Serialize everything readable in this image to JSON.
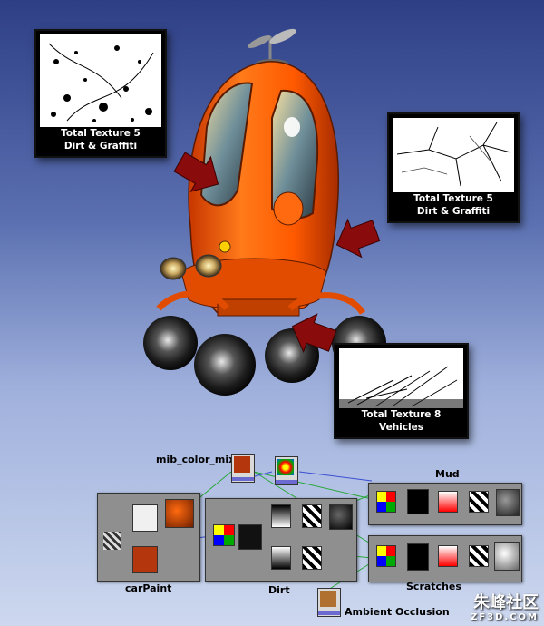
{
  "cards": [
    {
      "line1": "Total Texture 5",
      "line2": "Dirt & Graffiti"
    },
    {
      "line1": "Total Texture 5",
      "line2": "Dirt & Graffiti"
    },
    {
      "line1": "Total Texture 8",
      "line2": "Vehicles"
    }
  ],
  "nodes": {
    "mix": "mib_color_mix",
    "mud": "Mud",
    "carpaint": "carPaint",
    "dirt": "Dirt",
    "scratches": "Scratches",
    "ao": "Ambient Occlusion"
  },
  "watermark": {
    "cn": "朱峰社区",
    "url": "ZF3D.COM"
  },
  "colors": {
    "body": "#ff5a00",
    "arrow": "#8a0b0b",
    "node_panel": "#8f8f8f"
  }
}
